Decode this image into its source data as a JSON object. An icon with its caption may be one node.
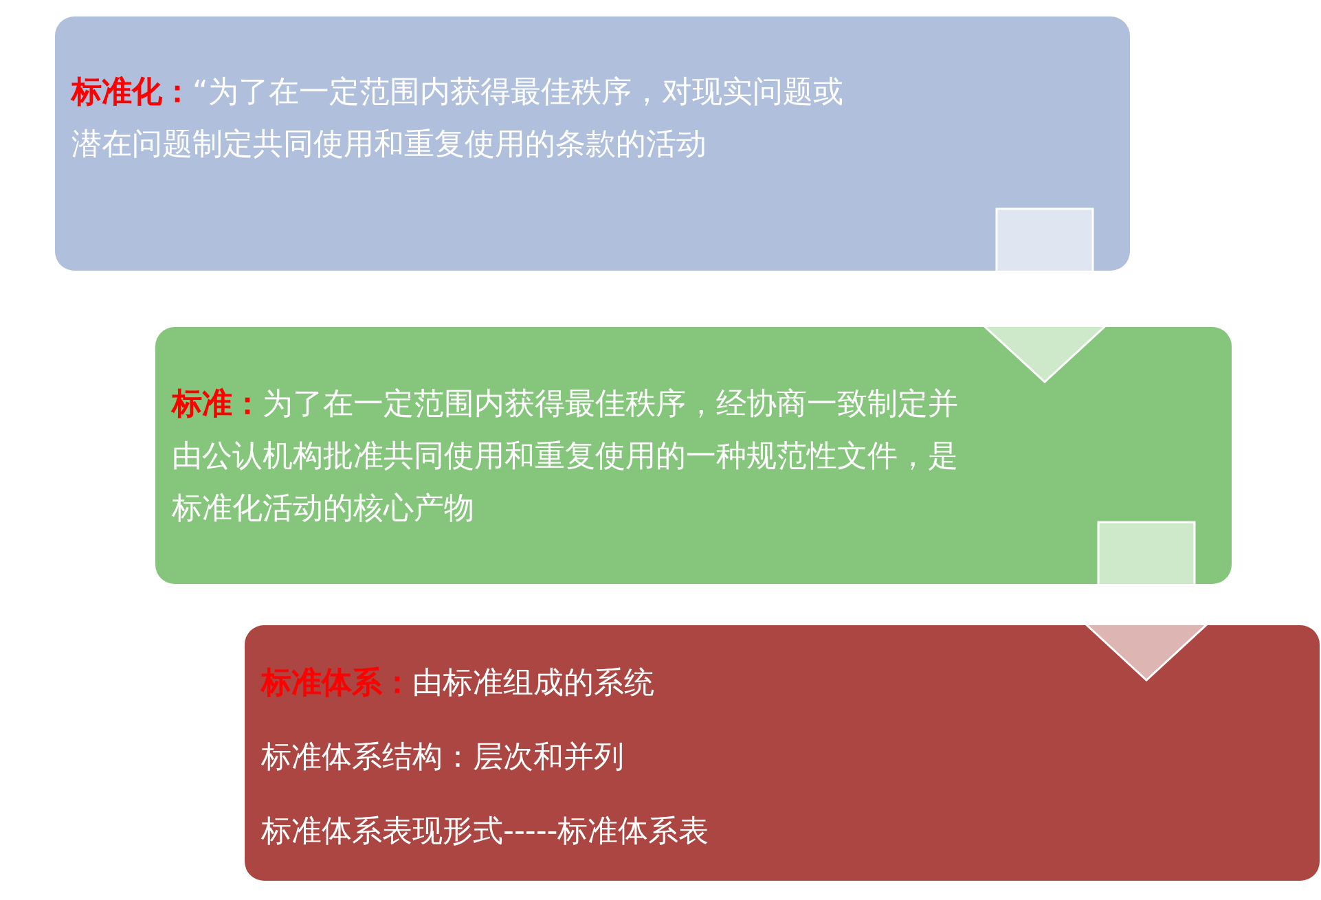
{
  "diagram": {
    "nodes": [
      {
        "text": [
          "标准化：",
          "“为了在一定范围内获得最佳秩序，对现实问题或潜在问题制定共同使用和重复使用的条款的活动"
        ]
      },
      {
        "text": [
          "标准：",
          "为了在一定范围内获得最佳秩序，经协商一致制定并由公认机构批准共同使用和重复使用的一种规范性文件，是标准化活动的核心产物"
        ]
      },
      {
        "text": [
          "标准体系：",
          "由标准组成的系统",
          "标准体系结构：层次和并列",
          "标准体系表现形式-----标准体系表"
        ]
      }
    ],
    "edges": [
      {
        "from": 0,
        "to": 1,
        "arrow": "to"
      },
      {
        "from": 1,
        "to": 2,
        "arrow": "to"
      }
    ]
  }
}
